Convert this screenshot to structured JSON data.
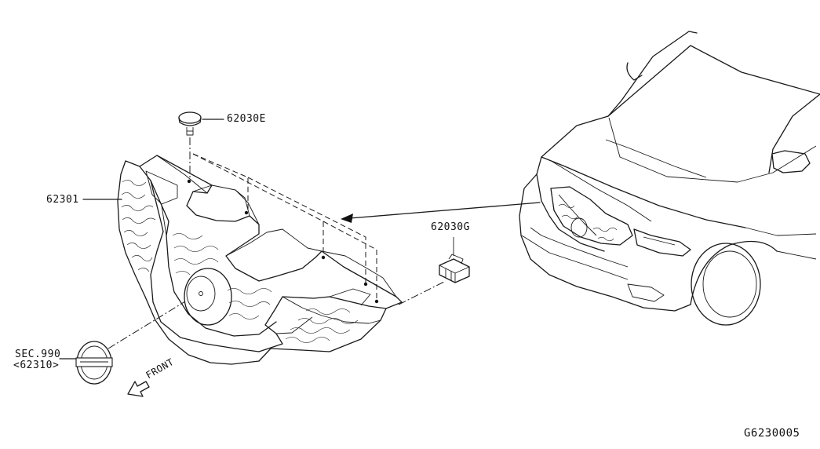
{
  "diagram": {
    "callouts": {
      "clip_top": "62030E",
      "grille": "62301",
      "clip_side": "62030G",
      "emblem_ref_line1": "SEC.990",
      "emblem_ref_line2": "<62310>",
      "front": "FRONT"
    },
    "figure_id": "G6230005",
    "icons": {
      "front_arrow": "front-direction-arrow-icon",
      "clip": "push-clip-icon",
      "emblem": "nissan-emblem-icon"
    }
  }
}
